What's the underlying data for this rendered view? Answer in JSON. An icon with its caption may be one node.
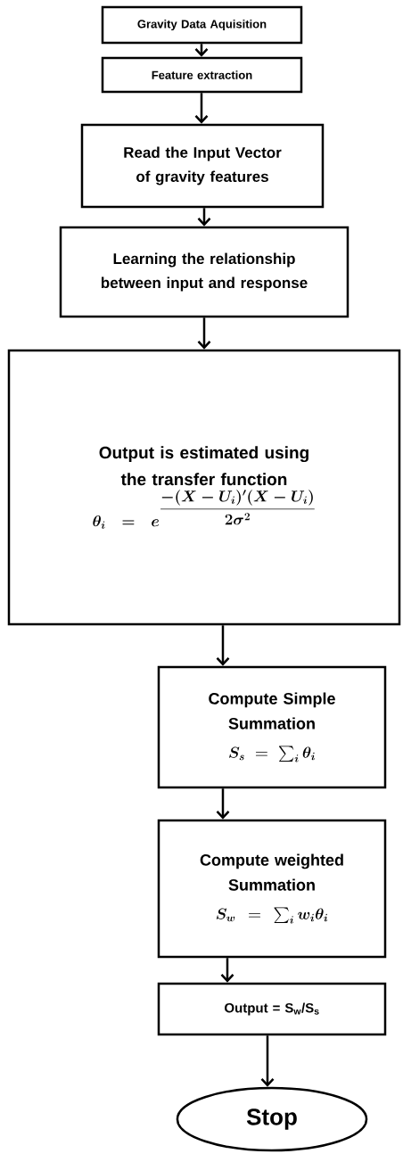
{
  "diagram": {
    "nodes": [
      {
        "text": [
          "Gravity Data Aquisition"
        ]
      },
      {
        "text": [
          "Feature extraction"
        ]
      },
      {
        "text": [
          "Read the Input Vector of gravity features"
        ]
      },
      {
        "text": [
          "Learning the relationship between input and response"
        ]
      },
      {
        "text": [
          "Output is estimated using the transfer function",
          "\\theta_i = e^{\\dfrac{-(X-U_i)'(X-U_i)}{2\\sigma^2}}"
        ]
      },
      {
        "text": [
          "Compute Simple Summation",
          "S_s = \\sum_i \\theta_i"
        ]
      },
      {
        "text": [
          "Compute weighted Summation",
          "S_w = \\sum_i w_i \\theta_i"
        ]
      },
      {
        "text": [
          "Output = S$_{w}$/S$_{s}$"
        ]
      },
      {
        "text": [
          "Stop"
        ]
      }
    ],
    "edges": [
      {
        "from": 0,
        "to": 1,
        "arrow": "to"
      },
      {
        "from": 1,
        "to": 2,
        "arrow": "to"
      },
      {
        "from": 2,
        "to": 3,
        "arrow": "to"
      },
      {
        "from": 3,
        "to": 4,
        "arrow": "to"
      },
      {
        "from": 4,
        "to": 5,
        "arrow": "to"
      },
      {
        "from": 5,
        "to": 6,
        "arrow": "to"
      },
      {
        "from": 6,
        "to": 7,
        "arrow": "to"
      },
      {
        "from": 7,
        "to": 8,
        "arrow": "to"
      }
    ]
  }
}
